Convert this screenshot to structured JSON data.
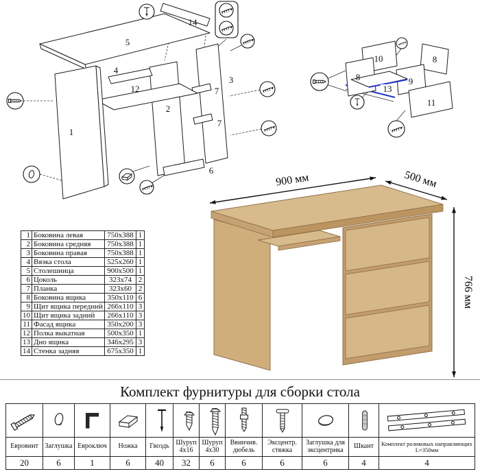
{
  "title": "Комплект фурнитуры для сборки стола",
  "dimensions": {
    "width": "900 мм",
    "depth": "500 мм",
    "height": "766 мм"
  },
  "diagram_left": {
    "labels": [
      "14",
      "5",
      "4",
      "12",
      "1",
      "2",
      "3",
      "7",
      "7",
      "6"
    ]
  },
  "diagram_right": {
    "labels": [
      "10",
      "8",
      "8",
      "9",
      "13",
      "11"
    ]
  },
  "parts_table": {
    "rows": [
      {
        "num": "1",
        "name": "Боковина левая",
        "size": "750x388",
        "qty": "1"
      },
      {
        "num": "2",
        "name": "Боковина средняя",
        "size": "750x388",
        "qty": "1"
      },
      {
        "num": "3",
        "name": "Боковина правая",
        "size": "750x388",
        "qty": "1"
      },
      {
        "num": "4",
        "name": "Вязка стола",
        "size": "525x260",
        "qty": "1"
      },
      {
        "num": "5",
        "name": "Столешница",
        "size": "900x500",
        "qty": "1"
      },
      {
        "num": "6",
        "name": "Цоколь",
        "size": "323x74",
        "qty": "2"
      },
      {
        "num": "7",
        "name": "Планка",
        "size": "323x60",
        "qty": "2"
      },
      {
        "num": "8",
        "name": "Боковина ящика",
        "size": "350x110",
        "qty": "6"
      },
      {
        "num": "9",
        "name": "Щит ящика передний",
        "size": "266x110",
        "qty": "3"
      },
      {
        "num": "10",
        "name": "Щит ящика задний",
        "size": "266x110",
        "qty": "3"
      },
      {
        "num": "11",
        "name": "Фасад ящика",
        "size": "350x200",
        "qty": "3"
      },
      {
        "num": "12",
        "name": "Полка выкатная",
        "size": "500x350",
        "qty": "1"
      },
      {
        "num": "13",
        "name": "Дно ящика",
        "size": "346x295",
        "qty": "3"
      },
      {
        "num": "14",
        "name": "Стенка задняя",
        "size": "675x350",
        "qty": "1"
      }
    ]
  },
  "hardware": {
    "items": [
      {
        "name": "Евровинт",
        "qty": "20",
        "icon": "euro-screw"
      },
      {
        "name": "Заглушка",
        "qty": "6",
        "icon": "plug"
      },
      {
        "name": "Евроключ",
        "qty": "1",
        "icon": "hex-key"
      },
      {
        "name": "Ножка",
        "qty": "6",
        "icon": "foot"
      },
      {
        "name": "Гвоздь",
        "qty": "40",
        "icon": "nail"
      },
      {
        "name": "Шуруп 4x16",
        "qty": "32",
        "icon": "screw-4x16"
      },
      {
        "name": "Шуруп 4x30",
        "qty": "6",
        "icon": "screw-4x30"
      },
      {
        "name": "Ввинчив. дюбель",
        "qty": "6",
        "icon": "dowel-screw"
      },
      {
        "name": "Эксцентр. стяжка",
        "qty": "6",
        "icon": "cam-lock"
      },
      {
        "name": "Заглушка для эксцентрика",
        "qty": "6",
        "icon": "cam-cover"
      },
      {
        "name": "Шкант",
        "qty": "4",
        "icon": "wood-dowel"
      },
      {
        "name": "Комплект роликовых направляющих L=350мм",
        "qty": "4",
        "icon": "drawer-slide"
      }
    ]
  }
}
